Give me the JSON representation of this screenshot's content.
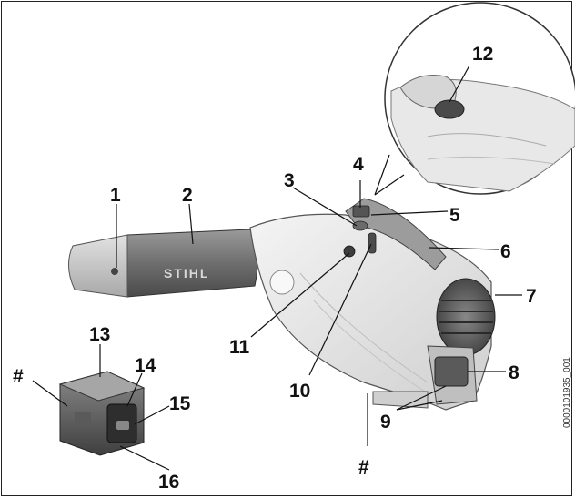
{
  "diagram": {
    "brand_text": "STIHL",
    "document_code": "0000101935_001",
    "callouts": [
      "1",
      "2",
      "3",
      "4",
      "5",
      "6",
      "7",
      "8",
      "9",
      "10",
      "11",
      "12",
      "13",
      "14",
      "15",
      "16",
      "#",
      "#"
    ]
  }
}
